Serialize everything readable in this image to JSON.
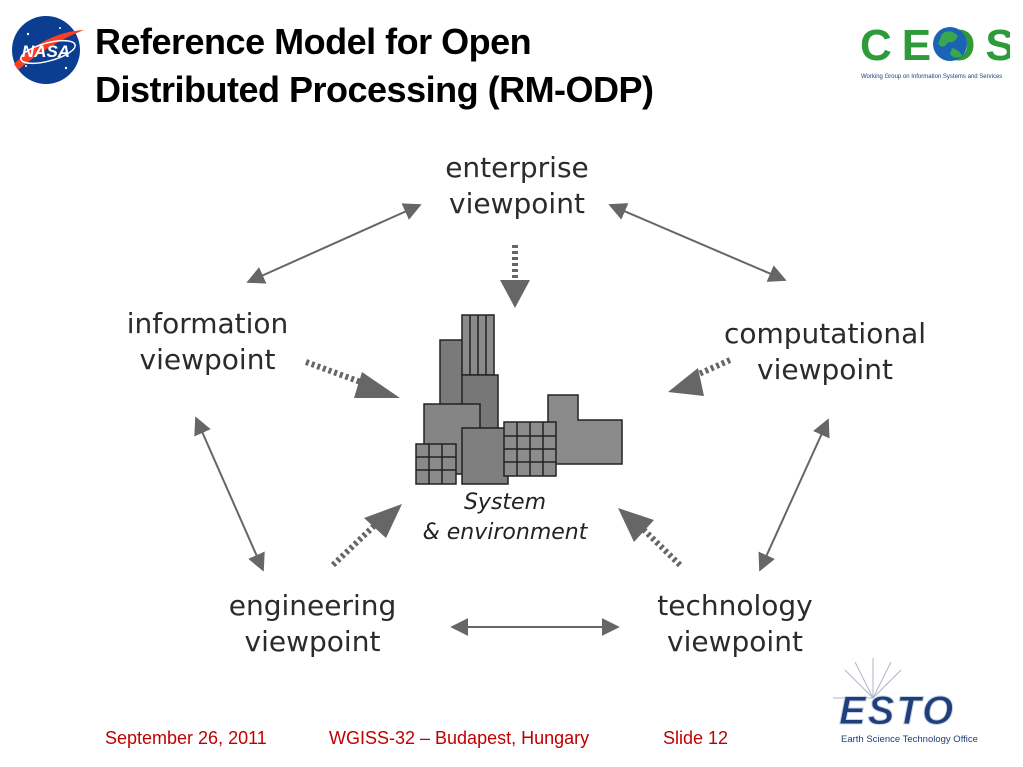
{
  "slide": {
    "title_line1": "Reference Model for Open",
    "title_line2": "Distributed Processing (RM-ODP)"
  },
  "logos": {
    "nasa": "NASA",
    "ceos": "CEOS",
    "ceos_sub": "Working Group on Information Systems and Services",
    "esto": "ESTO",
    "esto_sub": "Earth Science Technology Office"
  },
  "diagram": {
    "enterprise": [
      "enterprise",
      "viewpoint"
    ],
    "information": [
      "information",
      "viewpoint"
    ],
    "computational": [
      "computational",
      "viewpoint"
    ],
    "engineering": [
      "engineering",
      "viewpoint"
    ],
    "technology": [
      "technology",
      "viewpoint"
    ],
    "center": [
      "System",
      "& environment"
    ]
  },
  "footer": {
    "date": "September 26, 2011",
    "event": "WGISS-32 –  Budapest, Hungary",
    "slide": "Slide 12"
  },
  "colors": {
    "arrow": "#666666",
    "footer_text": "#c00000",
    "ceos_green": "#2e9a3a",
    "esto_blue": "#1f3f7a"
  }
}
